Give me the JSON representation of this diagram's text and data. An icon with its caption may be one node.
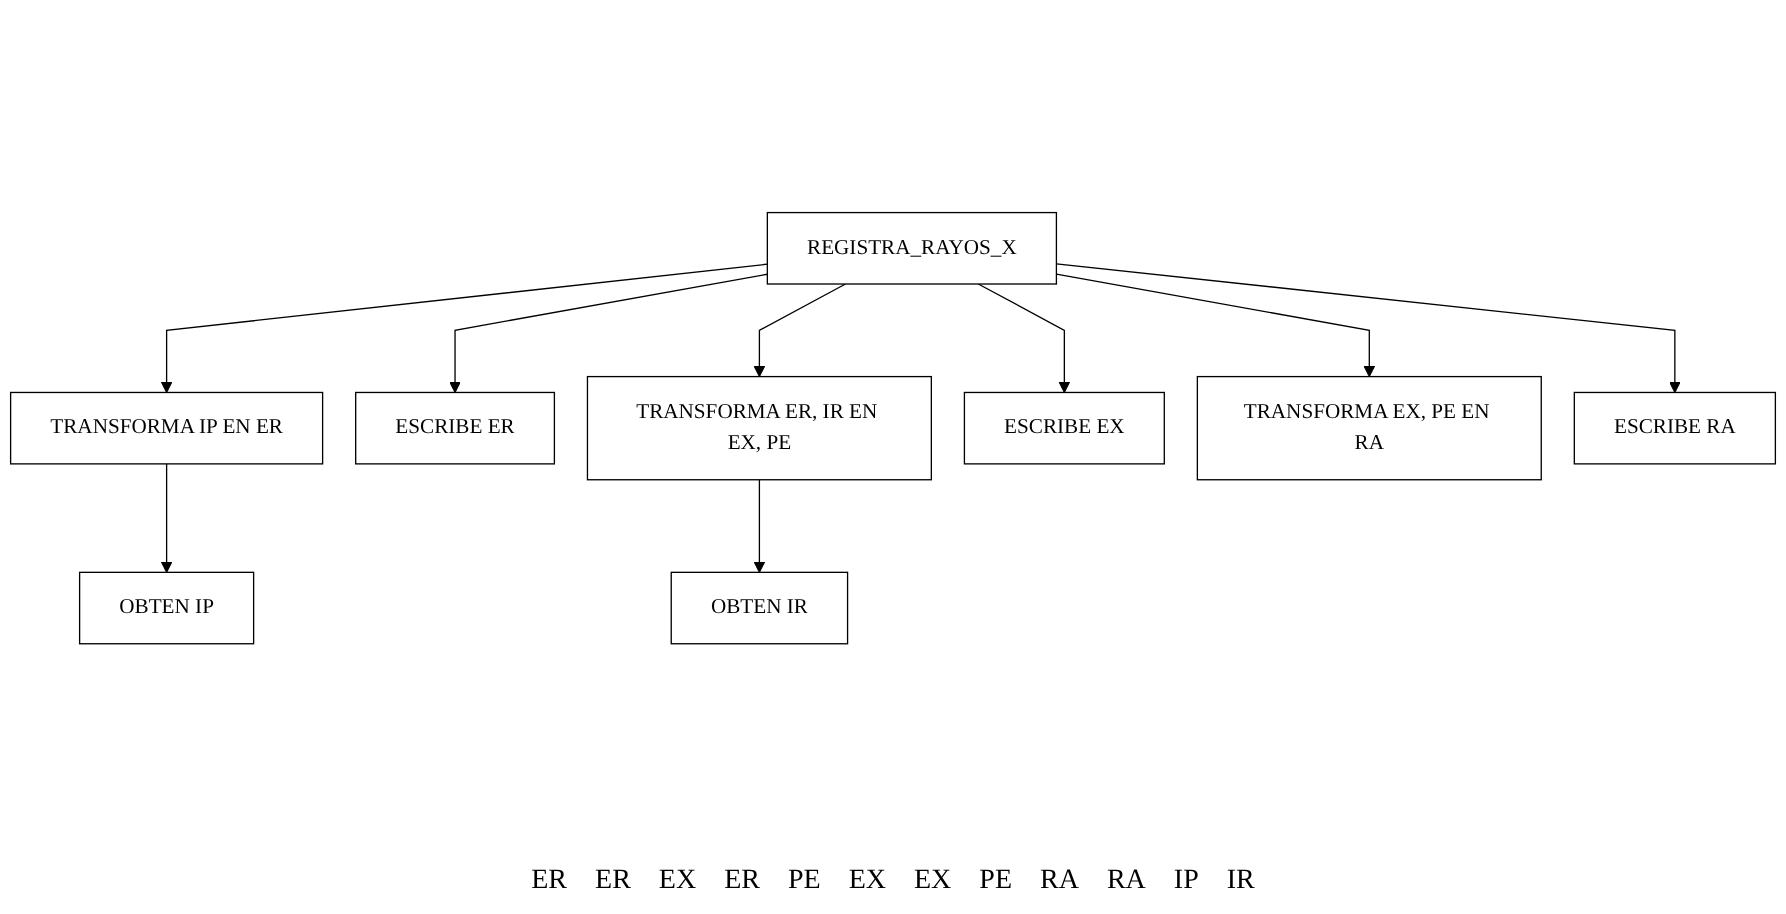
{
  "diagram": {
    "nodes": [
      {
        "text": [
          "REGISTRA_RAYOS_X"
        ]
      },
      {
        "text": [
          "TRANSFORMA IP EN ER"
        ]
      },
      {
        "text": [
          "ESCRIBE ER"
        ]
      },
      {
        "text": [
          "TRANSFORMA ER, IR EN EX, PE"
        ]
      },
      {
        "text": [
          "ESCRIBE EX"
        ]
      },
      {
        "text": [
          "TRANSFORMA EX, PE EN RA"
        ]
      },
      {
        "text": [
          "ESCRIBE RA"
        ]
      },
      {
        "text": [
          "OBTEN IP"
        ]
      },
      {
        "text": [
          "OBTEN IR"
        ]
      }
    ],
    "edges": [
      {
        "from": 0,
        "to": 1,
        "arrow": "to"
      },
      {
        "from": 0,
        "to": 2,
        "arrow": "to"
      },
      {
        "from": 0,
        "to": 3,
        "arrow": "to"
      },
      {
        "from": 0,
        "to": 4,
        "arrow": "to"
      },
      {
        "from": 0,
        "to": 5,
        "arrow": "to"
      },
      {
        "from": 0,
        "to": 6,
        "arrow": "to"
      },
      {
        "from": 1,
        "to": 7,
        "arrow": "to"
      },
      {
        "from": 3,
        "to": 8,
        "arrow": "to"
      }
    ],
    "labels": [
      "ER",
      "ER",
      "EX",
      "ER",
      "PE",
      "EX",
      "EX",
      "PE",
      "RA",
      "RA",
      "IP",
      "IR"
    ]
  }
}
